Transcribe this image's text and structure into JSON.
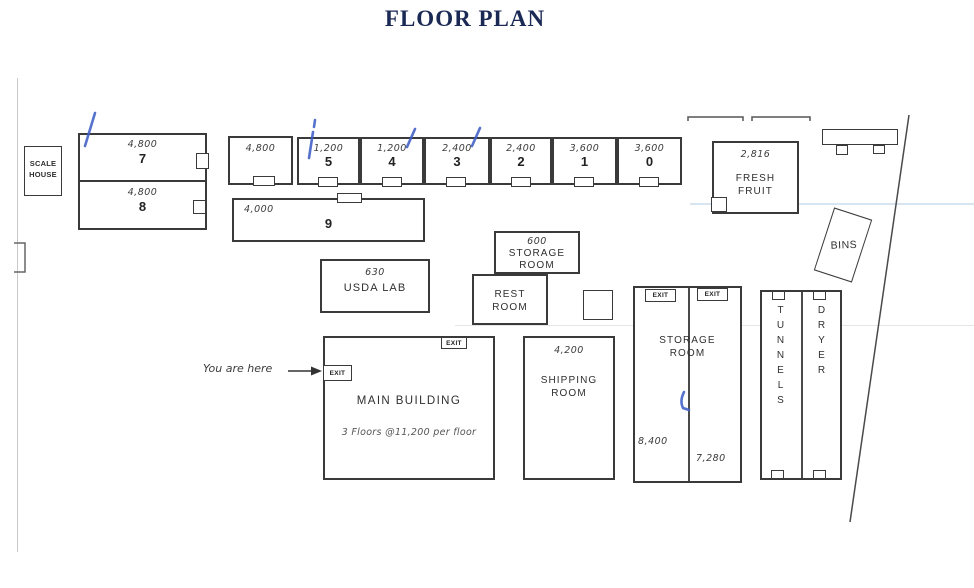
{
  "title": "FLOOR PLAN",
  "colors": {
    "ink": "#3a3a3a",
    "title_navy": "#1b2a55",
    "pen_blue": "#3f5ec6"
  },
  "legend": {
    "you_are_here": "You are here"
  },
  "labels": {
    "exit": "EXIT"
  },
  "rooms": {
    "scale_house": {
      "line1": "SCALE",
      "line2": "HOUSE"
    },
    "b7": {
      "area": "4,800",
      "num": "7"
    },
    "b8": {
      "area": "4,800",
      "num": "8"
    },
    "row_a": {
      "area": "4,800"
    },
    "b5": {
      "area": "1,200",
      "num": "5"
    },
    "b4": {
      "area": "1,200",
      "num": "4"
    },
    "b3": {
      "area": "2,400",
      "num": "3"
    },
    "b2": {
      "area": "2,400",
      "num": "2"
    },
    "b1": {
      "area": "3,600",
      "num": "1"
    },
    "b0": {
      "area": "3,600",
      "num": "0"
    },
    "b9": {
      "area": "4,000",
      "num": "9"
    },
    "fresh_fruit": {
      "area": "2,816",
      "line1": "FRESH",
      "line2": "FRUIT"
    },
    "bins": {
      "name": "BINS"
    },
    "storage_small": {
      "area": "600",
      "line1": "STORAGE",
      "line2": "ROOM"
    },
    "rest_room": {
      "line1": "REST",
      "line2": "ROOM"
    },
    "usda_lab": {
      "area": "630",
      "name": "USDA LAB"
    },
    "main_building": {
      "name": "MAIN BUILDING",
      "note": "3 Floors @11,200 per floor"
    },
    "shipping": {
      "area": "4,200",
      "line1": "SHIPPING",
      "line2": "ROOM"
    },
    "storage_big": {
      "line1": "STORAGE",
      "line2": "ROOM",
      "area_left": "8,400",
      "area_right": "7,280"
    },
    "tunnels": {
      "name": "TUNNELS"
    },
    "dryer": {
      "name": "DRYER"
    }
  }
}
